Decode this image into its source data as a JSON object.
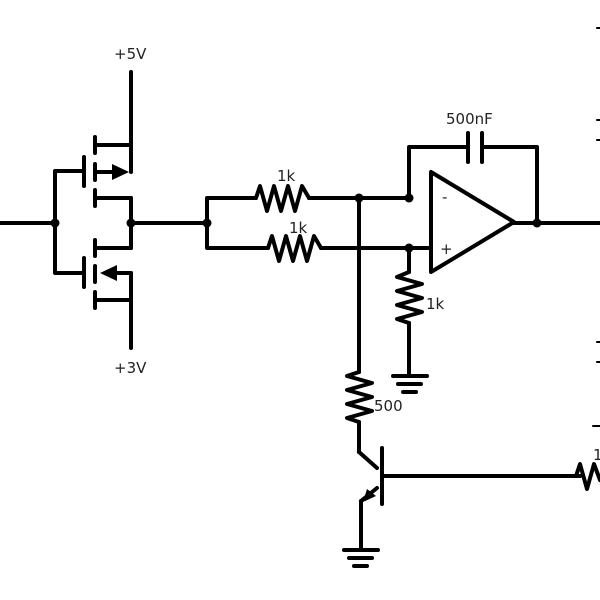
{
  "colors": {
    "background": "#ffffff",
    "wire": "#000000",
    "text": "#222222"
  },
  "labels": {
    "supply_top": "+5V",
    "supply_bottom": "+3V",
    "r_input_top": "1k",
    "r_input_bottom": "1k",
    "r_plus_to_ground": "1k",
    "r_collector": "500",
    "r_base_partial": "1",
    "c_feedback": "500nF",
    "opamp_minus": "-",
    "opamp_plus": "+"
  }
}
